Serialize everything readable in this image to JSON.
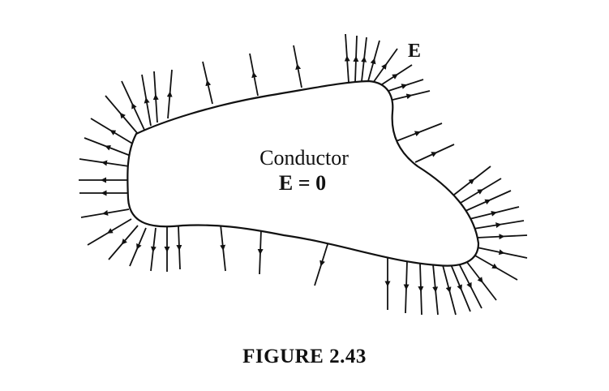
{
  "figure": {
    "body_label": "Conductor",
    "field_inside": "E = 0",
    "field_symbol": "E",
    "caption": "FIGURE 2.43"
  },
  "colors": {
    "ink": "#111111",
    "background": "#ffffff"
  }
}
